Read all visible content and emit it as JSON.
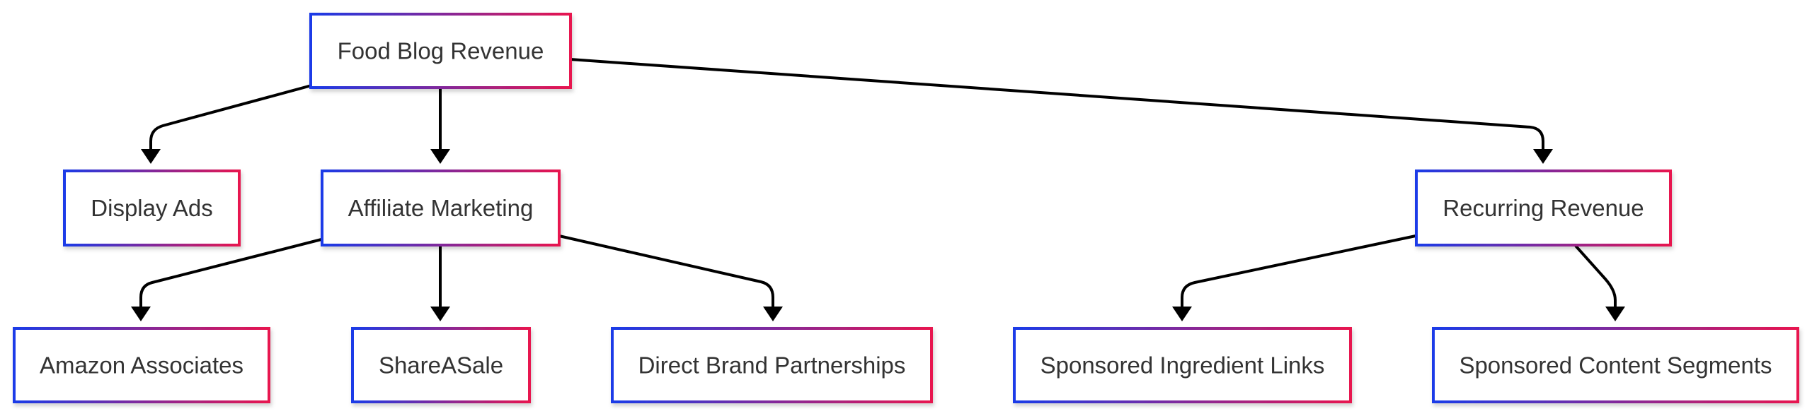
{
  "diagram": {
    "colors": {
      "border_start": "#1a3be8",
      "border_end": "#e8164f",
      "edge": "#000000",
      "text": "#333333",
      "background": "#ffffff"
    },
    "nodes": [
      {
        "id": "root",
        "label": "Food Blog Revenue"
      },
      {
        "id": "display_ads",
        "label": "Display Ads"
      },
      {
        "id": "affiliate",
        "label": "Affiliate Marketing"
      },
      {
        "id": "recurring",
        "label": "Recurring Revenue"
      },
      {
        "id": "amazon",
        "label": "Amazon Associates"
      },
      {
        "id": "shareasale",
        "label": "ShareASale"
      },
      {
        "id": "direct_brand",
        "label": "Direct Brand Partnerships"
      },
      {
        "id": "sponsored_ingredient",
        "label": "Sponsored Ingredient Links"
      },
      {
        "id": "sponsored_content",
        "label": "Sponsored Content Segments"
      }
    ],
    "edges": [
      {
        "from": "root",
        "to": "display_ads"
      },
      {
        "from": "root",
        "to": "affiliate"
      },
      {
        "from": "root",
        "to": "recurring"
      },
      {
        "from": "affiliate",
        "to": "amazon"
      },
      {
        "from": "affiliate",
        "to": "shareasale"
      },
      {
        "from": "affiliate",
        "to": "direct_brand"
      },
      {
        "from": "recurring",
        "to": "sponsored_ingredient"
      },
      {
        "from": "recurring",
        "to": "sponsored_content"
      }
    ]
  }
}
